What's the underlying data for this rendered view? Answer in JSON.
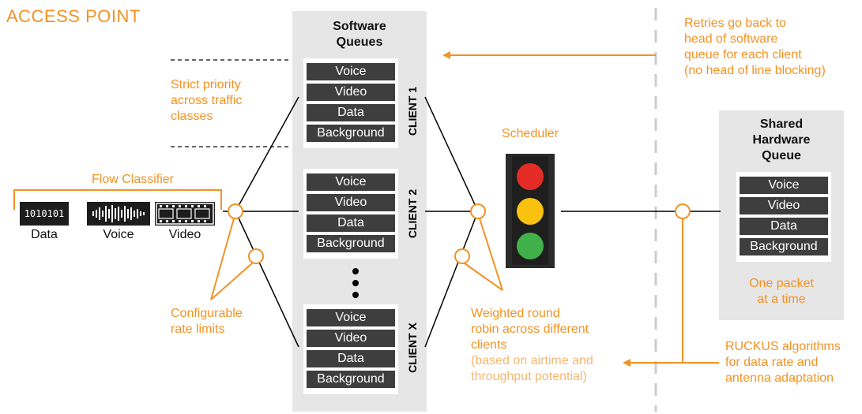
{
  "title": "ACCESS POINT",
  "software_queues": {
    "header": "Software\nQueues"
  },
  "queue_labels": [
    "Voice",
    "Video",
    "Data",
    "Background"
  ],
  "clients": [
    {
      "label": "CLIENT 1"
    },
    {
      "label": "CLIENT 2"
    },
    {
      "label": "CLIENT X"
    }
  ],
  "strict_priority_note": "Strict priority\nacross traffic\nclasses",
  "flow_classifier": {
    "title": "Flow Classifier",
    "items": [
      {
        "icon": "binary-data-icon",
        "text": "1010101",
        "label": "Data"
      },
      {
        "icon": "voice-waveform-icon",
        "label": "Voice"
      },
      {
        "icon": "video-filmstrip-icon",
        "label": "Video"
      }
    ]
  },
  "rate_limits_note": "Configurable\nrate limits",
  "scheduler": {
    "title": "Scheduler",
    "lights": [
      "#e42b26",
      "#f9c20f",
      "#41b04a"
    ]
  },
  "retries_note": "Retries go back to\nhead of software\nqueue for each client\n(no head of line blocking)",
  "weighted_note": "Weighted round\nrobin across different\nclients",
  "weighted_subnote": "(based on airtime and\nthroughput potential)",
  "shared_queue": {
    "header": "Shared\nHardware\nQueue",
    "note": "One packet\nat a time"
  },
  "ruckus_note": "RUCKUS algorithms\nfor data rate and\nantenna adaptation",
  "colors": {
    "accent": "#f39224",
    "queue_item": "#3e3e3e",
    "panel": "#e6e6e6",
    "divider": "#cccccc"
  }
}
